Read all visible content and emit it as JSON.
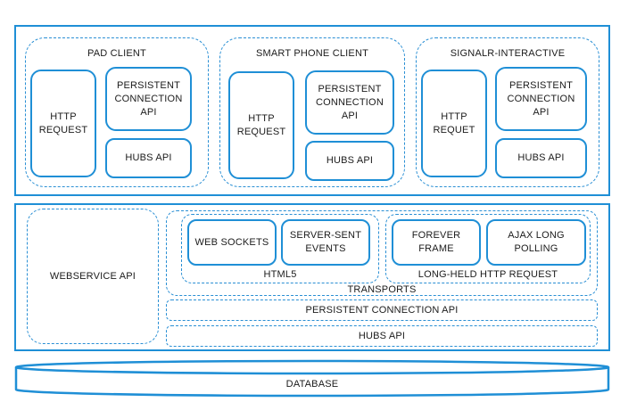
{
  "top": {
    "pad": {
      "title": "PAD CLIENT",
      "http": "HTTP\nREQUEST",
      "persistent": "PERSISTENT\nCONNECTION\nAPI",
      "hubs": "HUBS API"
    },
    "phone": {
      "title": "SMART PHONE CLIENT",
      "http": "HTTP\nREQUEST",
      "persistent": "PERSISTENT\nCONNECTION\nAPI",
      "hubs": "HUBS API"
    },
    "signalr": {
      "title": "SIGNALR-INTERACTIVE",
      "http": "HTTP\nREQUET",
      "persistent": "PERSISTENT\nCONNECTION\nAPI",
      "hubs": "HUBS API"
    }
  },
  "server": {
    "webservice": "WEBSERVICE API",
    "websockets": "WEB SOCKETS",
    "sse": "SERVER-SENT\nEVENTS",
    "html5": "HTML5",
    "forever": "FOREVER\nFRAME",
    "ajax": "AJAX LONG\nPOLLING",
    "longheld": "LONG-HELD HTTP REQUEST",
    "transports": "TRANSPORTS",
    "persistent": "PERSISTENT CONNECTION API",
    "hubs": "HUBS API"
  },
  "database": "DATABASE"
}
